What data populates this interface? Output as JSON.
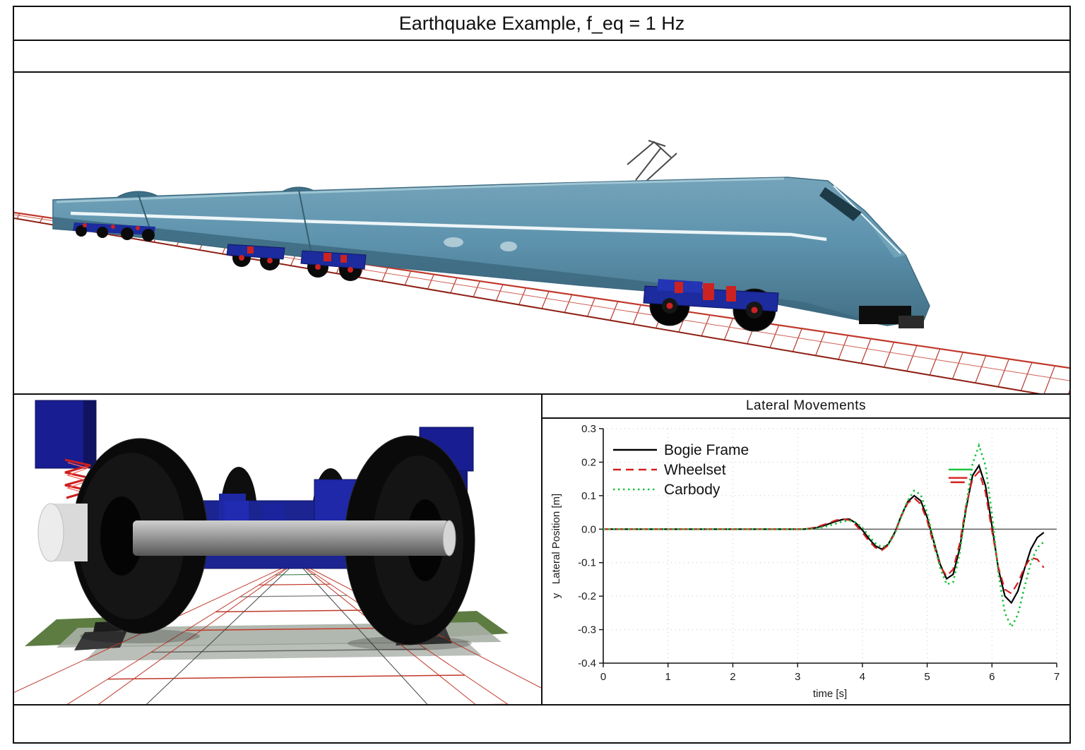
{
  "window": {
    "title": "Earthquake Example, f_eq = 1 Hz"
  },
  "chart_data": {
    "type": "line",
    "title": "Lateral Movements",
    "xlabel": "time [s]",
    "ylabel": "y   Lateral Position [m]",
    "xlim": [
      0,
      7
    ],
    "ylim": [
      -0.4,
      0.3
    ],
    "xticks": [
      0,
      1,
      2,
      3,
      4,
      5,
      6,
      7
    ],
    "yticks": [
      0.3,
      0.2,
      0.1,
      0,
      -0.1,
      -0.2,
      -0.3,
      -0.4
    ],
    "grid": true,
    "legend_position": "top-left",
    "x": [
      0,
      0.5,
      1,
      1.5,
      2,
      2.5,
      3.0,
      3.1,
      3.2,
      3.3,
      3.4,
      3.5,
      3.6,
      3.7,
      3.8,
      3.9,
      4.0,
      4.1,
      4.2,
      4.3,
      4.4,
      4.5,
      4.6,
      4.7,
      4.8,
      4.9,
      5.0,
      5.1,
      5.2,
      5.3,
      5.4,
      5.5,
      5.6,
      5.7,
      5.8,
      5.9,
      6.0,
      6.1,
      6.2,
      6.3,
      6.4,
      6.5,
      6.6,
      6.7,
      6.8
    ],
    "series": [
      {
        "name": "Bogie Frame",
        "color": "#000000",
        "style": "solid",
        "values": [
          0,
          0,
          0,
          0,
          0,
          0,
          0,
          0,
          0.002,
          0.005,
          0.01,
          0.017,
          0.024,
          0.029,
          0.03,
          0.018,
          -0.003,
          -0.028,
          -0.05,
          -0.06,
          -0.045,
          -0.01,
          0.04,
          0.082,
          0.1,
          0.085,
          0.035,
          -0.035,
          -0.105,
          -0.148,
          -0.135,
          -0.06,
          0.06,
          0.16,
          0.19,
          0.13,
          0.01,
          -0.12,
          -0.2,
          -0.22,
          -0.185,
          -0.12,
          -0.06,
          -0.025,
          -0.01
        ]
      },
      {
        "name": "Wheelset",
        "color": "#d42020",
        "style": "dashed",
        "values": [
          0,
          0,
          0,
          0,
          0,
          0,
          0,
          0,
          0.003,
          0.007,
          0.013,
          0.02,
          0.027,
          0.03,
          0.027,
          0.012,
          -0.01,
          -0.035,
          -0.055,
          -0.063,
          -0.048,
          -0.012,
          0.038,
          0.078,
          0.093,
          0.075,
          0.025,
          -0.045,
          -0.11,
          -0.14,
          -0.12,
          -0.045,
          0.07,
          0.15,
          0.172,
          0.11,
          -0.005,
          -0.115,
          -0.18,
          -0.192,
          -0.16,
          -0.115,
          -0.085,
          -0.09,
          -0.115
        ]
      },
      {
        "name": "Carbody",
        "color": "#1fc43f",
        "style": "dotted",
        "values": [
          0,
          0,
          0,
          0,
          0,
          0,
          0,
          0,
          0.001,
          0.003,
          0.006,
          0.011,
          0.017,
          0.023,
          0.026,
          0.02,
          0.004,
          -0.02,
          -0.042,
          -0.054,
          -0.046,
          -0.014,
          0.036,
          0.086,
          0.115,
          0.103,
          0.048,
          -0.034,
          -0.115,
          -0.165,
          -0.158,
          -0.075,
          0.07,
          0.195,
          0.25,
          0.19,
          0.045,
          -0.135,
          -0.25,
          -0.292,
          -0.255,
          -0.175,
          -0.1,
          -0.055,
          -0.038
        ]
      }
    ],
    "markers": [
      {
        "x1": 5.33,
        "x2": 5.7,
        "y": 0.178,
        "color": "#1fc43f"
      },
      {
        "x1": 5.33,
        "x2": 5.62,
        "y": 0.153,
        "color": "#d42020"
      },
      {
        "x1": 5.36,
        "x2": 5.58,
        "y": 0.14,
        "color": "#d42020"
      }
    ]
  }
}
